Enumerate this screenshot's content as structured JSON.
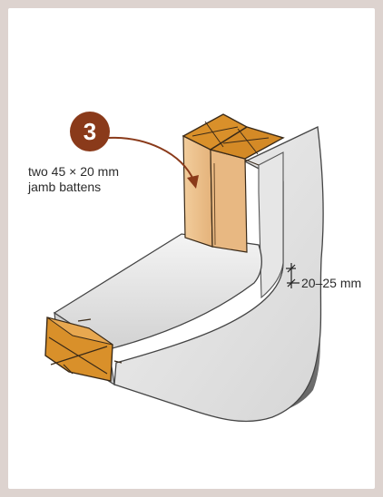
{
  "callout": {
    "step_number": "3",
    "line1": "two 45 × 20 mm",
    "line2": "jamb battens"
  },
  "dimension": {
    "label": "20–25 mm"
  },
  "colors": {
    "background": "#ddd3cf",
    "panel": "#ffffff",
    "step_badge": "#8a3a1a",
    "timber_end": "#d9902a",
    "timber_face": "#ecc391",
    "lining": "#dedede",
    "shadow": "#7a7a7a"
  }
}
